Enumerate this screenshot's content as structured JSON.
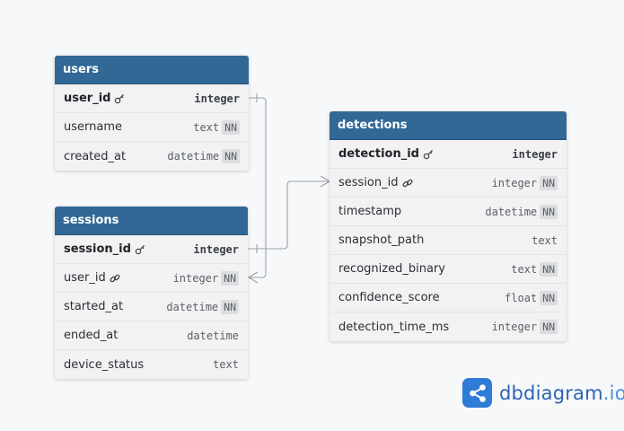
{
  "tables": {
    "users": {
      "name": "users",
      "columns": [
        {
          "name": "user_id",
          "type": "integer",
          "pk": true,
          "nn": false,
          "fk": false
        },
        {
          "name": "username",
          "type": "text",
          "pk": false,
          "nn": true,
          "fk": false
        },
        {
          "name": "created_at",
          "type": "datetime",
          "pk": false,
          "nn": true,
          "fk": false
        }
      ]
    },
    "sessions": {
      "name": "sessions",
      "columns": [
        {
          "name": "session_id",
          "type": "integer",
          "pk": true,
          "nn": false,
          "fk": false
        },
        {
          "name": "user_id",
          "type": "integer",
          "pk": false,
          "nn": true,
          "fk": true
        },
        {
          "name": "started_at",
          "type": "datetime",
          "pk": false,
          "nn": true,
          "fk": false
        },
        {
          "name": "ended_at",
          "type": "datetime",
          "pk": false,
          "nn": false,
          "fk": false
        },
        {
          "name": "device_status",
          "type": "text",
          "pk": false,
          "nn": false,
          "fk": false
        }
      ]
    },
    "detections": {
      "name": "detections",
      "columns": [
        {
          "name": "detection_id",
          "type": "integer",
          "pk": true,
          "nn": false,
          "fk": false
        },
        {
          "name": "session_id",
          "type": "integer",
          "pk": false,
          "nn": true,
          "fk": true
        },
        {
          "name": "timestamp",
          "type": "datetime",
          "pk": false,
          "nn": true,
          "fk": false
        },
        {
          "name": "snapshot_path",
          "type": "text",
          "pk": false,
          "nn": false,
          "fk": false
        },
        {
          "name": "recognized_binary",
          "type": "text",
          "pk": false,
          "nn": true,
          "fk": false
        },
        {
          "name": "confidence_score",
          "type": "float",
          "pk": false,
          "nn": true,
          "fk": false
        },
        {
          "name": "detection_time_ms",
          "type": "integer",
          "pk": false,
          "nn": true,
          "fk": false
        }
      ]
    }
  },
  "nn_label": "NN",
  "relationships": [
    {
      "from": "users.user_id",
      "to": "sessions.user_id",
      "type": "one-to-many"
    },
    {
      "from": "sessions.session_id",
      "to": "detections.session_id",
      "type": "one-to-many"
    }
  ],
  "brand": {
    "name": "dbdiagram",
    "suffix": ".io"
  },
  "colors": {
    "header": "#316896",
    "row_bg": "#f2f2f3",
    "brand": "#2f7bd8",
    "connector": "#9aa0a8"
  }
}
